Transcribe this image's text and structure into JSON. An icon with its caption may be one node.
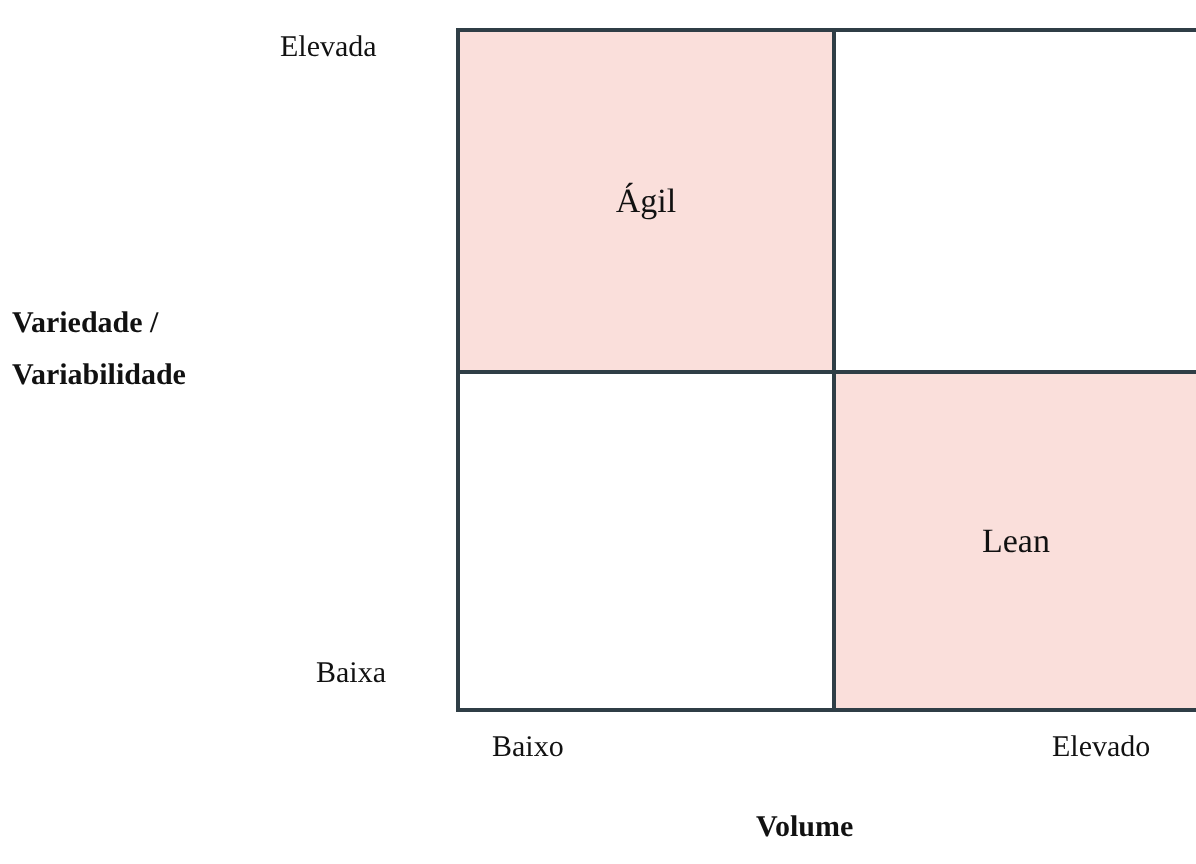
{
  "diagram": {
    "nodes": [
      {
        "text": [
          "Ágil"
        ]
      },
      {
        "text": [],
        "shape": "box"
      },
      {
        "text": [],
        "shape": "box"
      },
      {
        "text": [
          "Lean"
        ]
      }
    ],
    "labels": [
      "Elevada",
      "Variedade / Variabilidade",
      "Baixa",
      "Baixo",
      "Elevado",
      "Volume"
    ]
  }
}
